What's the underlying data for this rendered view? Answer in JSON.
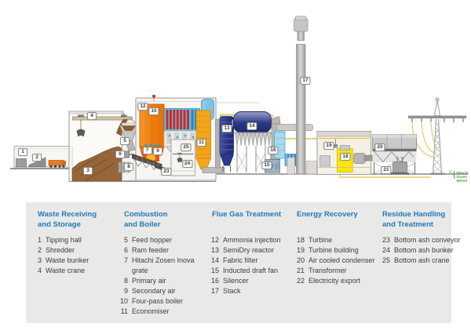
{
  "diagram": {
    "markers": [
      {
        "id": "1"
      },
      {
        "id": "2"
      },
      {
        "id": "3"
      },
      {
        "id": "4"
      },
      {
        "id": "5"
      },
      {
        "id": "6"
      },
      {
        "id": "7"
      },
      {
        "id": "8"
      },
      {
        "id": "9"
      },
      {
        "id": "10"
      },
      {
        "id": "11"
      },
      {
        "id": "12"
      },
      {
        "id": "13"
      },
      {
        "id": "14"
      },
      {
        "id": "15"
      },
      {
        "id": "16"
      },
      {
        "id": "17"
      },
      {
        "id": "18"
      },
      {
        "id": "19"
      },
      {
        "id": "20"
      },
      {
        "id": "21"
      },
      {
        "id": "23"
      },
      {
        "id": "24"
      },
      {
        "id": "25"
      }
    ],
    "copyright": {
      "symbol": "©",
      "line1": "Hitachi Zosen",
      "line2": "INOVA"
    }
  },
  "legend": {
    "columns": [
      {
        "header_line1": "Waste Receiving",
        "header_line2": "and Storage",
        "items": [
          {
            "num": "1",
            "label": "Tipping hall"
          },
          {
            "num": "2",
            "label": "Shredder"
          },
          {
            "num": "3",
            "label": "Waste bunker"
          },
          {
            "num": "4",
            "label": "Waste crane"
          }
        ]
      },
      {
        "header_line1": "Combustion",
        "header_line2": "and Boiler",
        "items": [
          {
            "num": "5",
            "label": "Feed hopper"
          },
          {
            "num": "6",
            "label": "Ram feeder"
          },
          {
            "num": "7",
            "label": "Hitachi Zosen Inova",
            "label2": "grate"
          },
          {
            "num": "8",
            "label": "Primary air"
          },
          {
            "num": "9",
            "label": "Secondary air"
          },
          {
            "num": "10",
            "label": "Four-pass boiler"
          },
          {
            "num": "11",
            "label": "Economiser"
          }
        ]
      },
      {
        "header_line1": "Flue Gas Treatment",
        "header_line2": "",
        "items": [
          {
            "num": "12",
            "label": "Ammonia injection"
          },
          {
            "num": "13",
            "label": "SemiDry reactor"
          },
          {
            "num": "14",
            "label": "Fabric filter"
          },
          {
            "num": "15",
            "label": "Inducted draft fan"
          },
          {
            "num": "16",
            "label": "Silencer"
          },
          {
            "num": "17",
            "label": "Stack"
          }
        ]
      },
      {
        "header_line1": "Energy Recovery",
        "header_line2": "",
        "items": [
          {
            "num": "18",
            "label": "Turbine"
          },
          {
            "num": "19",
            "label": "Turbine building"
          },
          {
            "num": "20",
            "label": "Air cooled condenser"
          },
          {
            "num": "21",
            "label": "Transformer"
          },
          {
            "num": "22",
            "label": "Electricity export"
          }
        ]
      },
      {
        "header_line1": "Residue Handling",
        "header_line2": "and Treatment",
        "items": [
          {
            "num": "23",
            "label": "Bottom ash conveyor"
          },
          {
            "num": "24",
            "label": "Bottom ash bunker"
          },
          {
            "num": "25",
            "label": "Bottom ash crane"
          }
        ]
      }
    ]
  },
  "colors": {
    "legend_header_blue": "#1e79c0",
    "legend_background": "#e9e9e7",
    "boiler_orange": "#f08016",
    "economiser_orange": "#f3a61b",
    "superheater_red": "#cd2a28",
    "flue_gas_blue": "#64bede",
    "filter_navy": "#2a3784",
    "turbine_yellow": "#ffe60a",
    "waste_brown": "#95663a",
    "cable_yellow": "#e0c052",
    "structure_gray": "#c9c9c7"
  }
}
